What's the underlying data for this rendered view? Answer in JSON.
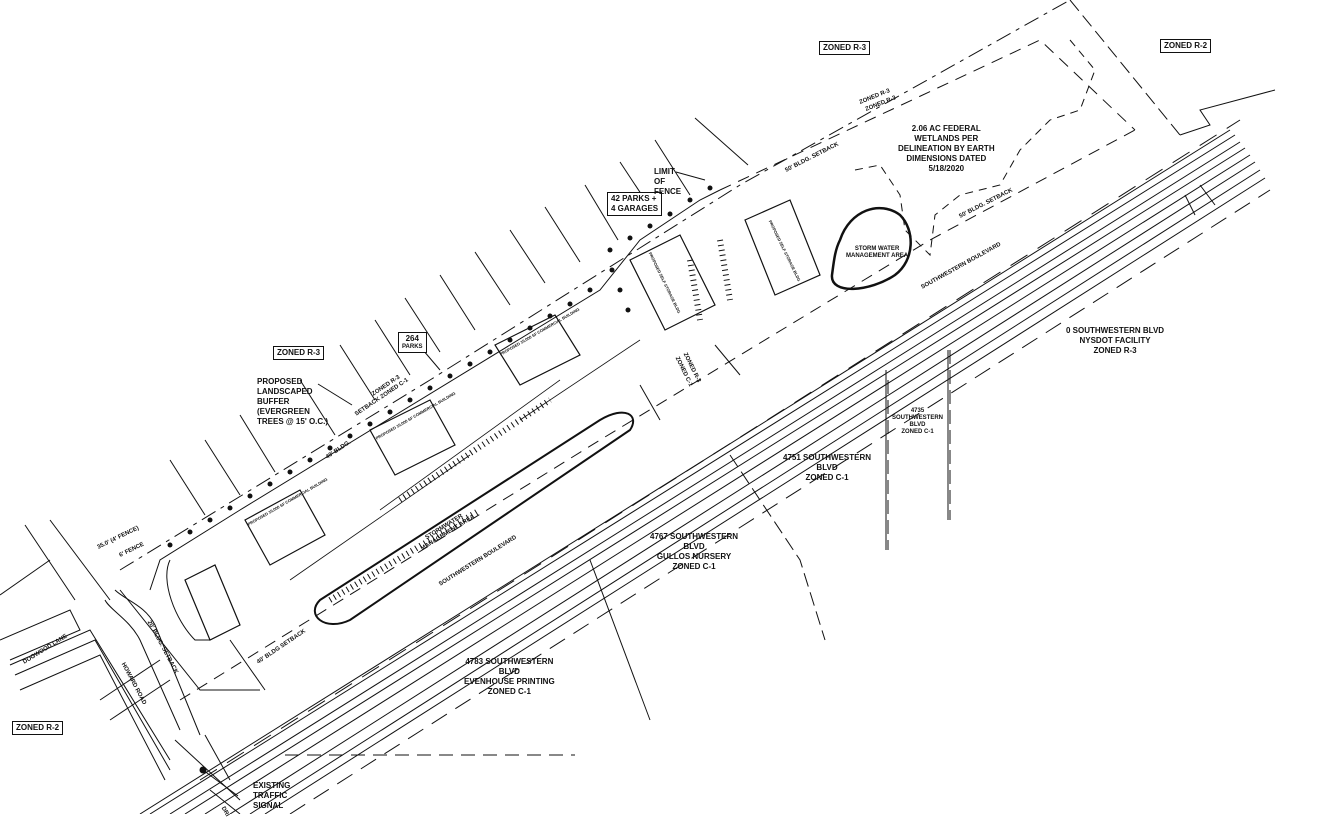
{
  "zoning_boxes": {
    "top_r3": "ZONED R-3",
    "top_r2": "ZONED R-2",
    "left_r3": "ZONED R-3",
    "bottom_left_r2": "ZONED R-2"
  },
  "parking_boxes": {
    "north": {
      "line1": "42 PARKS +",
      "line2": "4 GARAGES"
    },
    "main": {
      "line1": "264",
      "line2": "PARKS"
    }
  },
  "notes": {
    "wetlands": [
      "2.06 AC FEDERAL",
      "WETLANDS PER",
      "DELINEATION BY EARTH",
      "DIMENSIONS DATED",
      "5/18/2020"
    ],
    "limit_of_fence": [
      "LIMIT",
      "OF",
      "FENCE"
    ],
    "landscaped_buffer": [
      "PROPOSED",
      "LANDSCAPED",
      "BUFFER",
      "(EVERGREEN",
      "TREES @ 15' O.C.)"
    ],
    "traffic_signal": [
      "EXISTING",
      "TRAFFIC",
      "SIGNAL"
    ],
    "storm_water_north": [
      "STORM WATER",
      "MANAGEMENT AREA"
    ],
    "storm_water_south": [
      "STORMWATER",
      "MANAGEMENT AREA"
    ]
  },
  "parcels": [
    {
      "id": "0-sw",
      "lines": [
        "0 SOUTHWESTERN BLVD",
        "NYSDOT FACILITY",
        "ZONED R-3"
      ]
    },
    {
      "id": "4735",
      "lines": [
        "4735",
        "SOUTHWESTERN",
        "BLVD",
        "ZONED C-1"
      ]
    },
    {
      "id": "4751",
      "lines": [
        "4751 SOUTHWESTERN",
        "BLVD",
        "ZONED C-1"
      ]
    },
    {
      "id": "4767",
      "lines": [
        "4767 SOUTHWESTERN",
        "BLVD",
        "GULLOS NURSERY",
        "ZONED C-1"
      ]
    },
    {
      "id": "4783",
      "lines": [
        "4783 SOUTHWESTERN",
        "BLVD",
        "EVENHOUSE PRINTING",
        "ZONED C-1"
      ]
    }
  ],
  "rotated_labels": {
    "zone_line_top_a": "ZONED R-3",
    "zone_line_top_b": "ZONED R-3",
    "setback_50_a": "50' BLDG. SETBACK",
    "setback_50_b": "50' BLDG. SETBACK",
    "zone_line_left_a": "ZONED R-3",
    "zone_line_left_b": "SETBACK  ZONED C-1",
    "setback_40_north": "40' BLDG.",
    "setback_40_south": "40' BLDG SETBACK",
    "setback_20": "20' BLDG. SETBACK",
    "zone_mid_a": "ZONED R-3",
    "zone_mid_b": "ZONED C-1",
    "fence_35": "35.0' (4' FENCE)",
    "fence_6": "6' FENCE",
    "road_sw_1": "SOUTHWESTERN BOULEVARD",
    "road_sw_2": "SOUTHWESTERN BOULEVARD",
    "dogwood": "DOGWOOD LANE",
    "howard": "HOWARD ROAD",
    "drive": "DRI"
  },
  "buildings": [
    {
      "label": "PROPOSED 10,000 SF COMMERCIAL BUILDING"
    },
    {
      "label": "PROPOSED 10,000 SF COMMERCIAL BUILDING"
    },
    {
      "label": "PROPOSED 10,000 SF COMMERCIAL BUILDING"
    },
    {
      "label": "PROPOSED SELF STORAGE BLDG"
    },
    {
      "label": "PROPOSED SELF STORAGE BLDG"
    }
  ],
  "colors": {
    "line": "#111111",
    "background": "#ffffff"
  }
}
